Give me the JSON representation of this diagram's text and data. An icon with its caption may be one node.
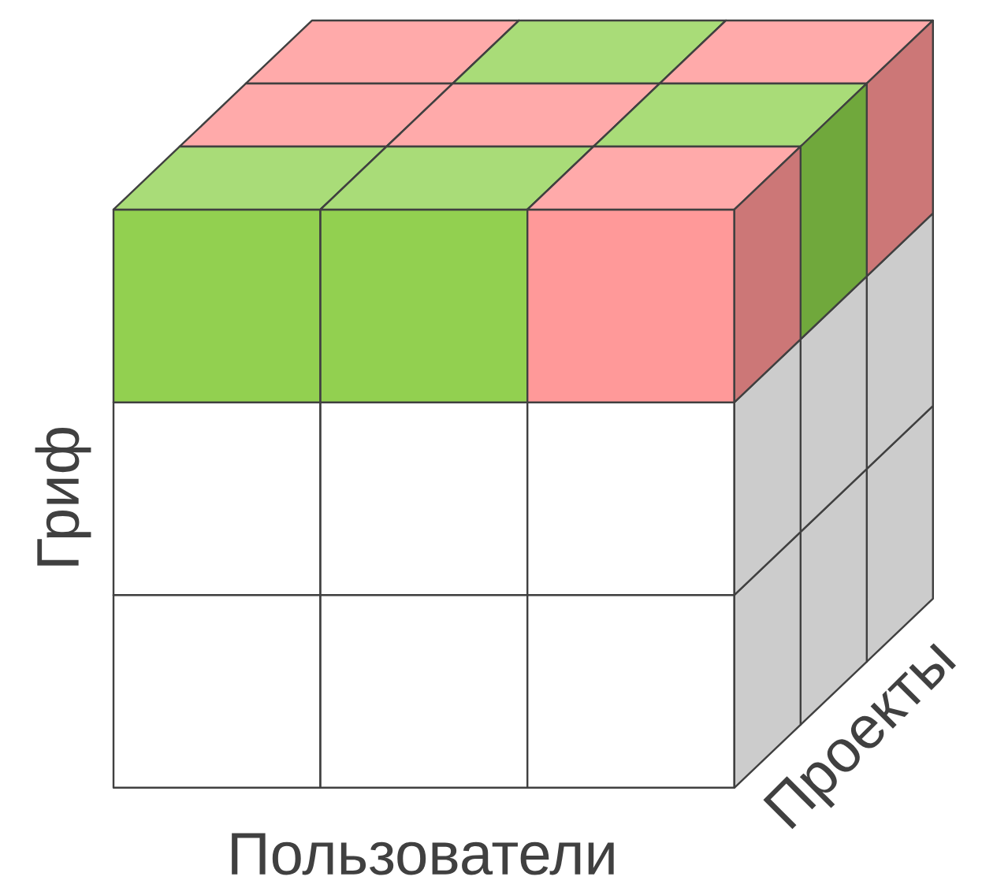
{
  "diagram": {
    "labels": [
      "Гриф",
      "Пользователи",
      "Проекты"
    ]
  }
}
